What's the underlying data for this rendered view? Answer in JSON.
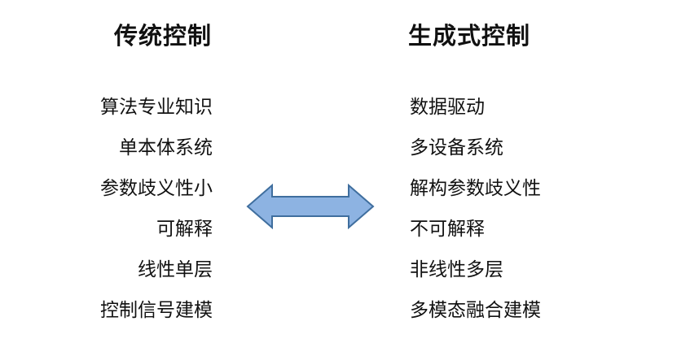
{
  "left": {
    "title": "传统控制",
    "items": [
      "算法专业知识",
      "单本体系统",
      "参数歧义性小",
      "可解释",
      "线性单层",
      "控制信号建模"
    ]
  },
  "right": {
    "title": "生成式控制",
    "items": [
      "数据驱动",
      "多设备系统",
      "解构参数歧义性",
      "不可解释",
      "非线性多层",
      "多模态融合建模"
    ]
  },
  "arrow": {
    "icon": "double-arrow-icon",
    "fill": "#8db3e2",
    "stroke": "#3f6e9e"
  }
}
